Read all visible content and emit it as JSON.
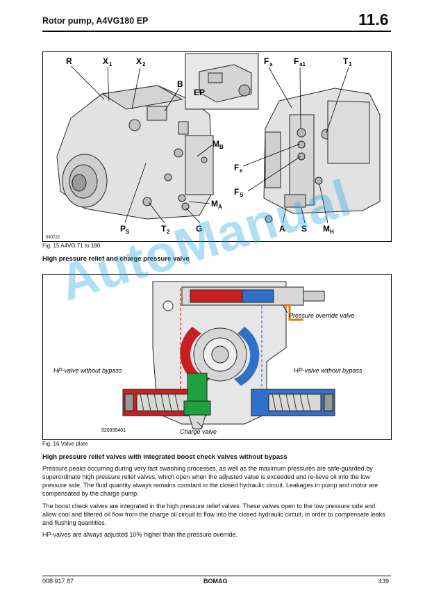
{
  "header": {
    "title": "Rotor pump, A4VG180 EP",
    "chapter": "11.6"
  },
  "figure1": {
    "labels": {
      "R": "R",
      "X1": "X",
      "X1_sub": "1",
      "X2": "X",
      "X2_sub": "2",
      "B": "B",
      "EP": "EP",
      "Fa": "F",
      "Fa_sub": "a",
      "Fa1": "F",
      "Fa1_sub": "a1",
      "T1": "T",
      "T1_sub": "1",
      "MB": "M",
      "MB_sub": "B",
      "Fe": "F",
      "Fe_sub": "e",
      "FS": "F",
      "FS_sub": "S",
      "MA": "M",
      "MA_sub": "A",
      "PS": "P",
      "PS_sub": "S",
      "T2": "T",
      "T2_sub": "2",
      "G": "G",
      "A": "A",
      "S": "S",
      "MH": "M",
      "MH_sub": "H"
    },
    "code": "590722",
    "caption": "Fig. 15 A4VG 71 to 180"
  },
  "section1_heading": "High pressure relief and charge pressure valve",
  "figure2": {
    "labels": {
      "pressure_override": "Pressure override valve",
      "hp_left": "HP-valve without bypass",
      "hp_right": "HP-valve without bypass",
      "charge": "Charge valve"
    },
    "code": "920999401",
    "caption": "Fig. 16 Valve plate"
  },
  "section2_heading": "High pressure relief valves with integrated boost check valves without bypass",
  "paragraphs": [
    "Pressure peaks occurring during very fast swashing processes, as well as the maximum pressures are safe-guarded by superordinate high pressure relief valves, which open when the adjusted value is exceeded and re-lieve oil into the low pressure side. The fluid quantity always remains constant in the closed hydraulic circuit. Leakages in pump and motor are compensated by the charge pump.",
    "The boost check valves are integrated in the high pressure relief valves. These valves open to the low pressure side and allow cool and filtered oil flow from the charge oil circuit to flow into the closed hydraulic circuit, in order to compensate leaks and flushing quantities.",
    "HP-valves are always adjusted 10% higher than the pressure override."
  ],
  "footer": {
    "docno": "008 917 87",
    "brand": "BOMAG",
    "page": "439"
  },
  "watermark": "AutoManual"
}
